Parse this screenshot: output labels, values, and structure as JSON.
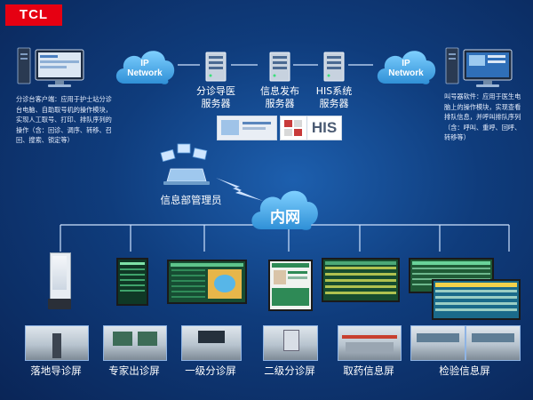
{
  "brand": {
    "logo": "TCL"
  },
  "clouds": {
    "ip_left": {
      "line1": "IP",
      "line2": "Network"
    },
    "ip_right": {
      "line1": "IP",
      "line2": "Network"
    },
    "intranet": "内网"
  },
  "servers": [
    {
      "label": "分诊导医\n服务器"
    },
    {
      "label": "信息发布\n服务器"
    },
    {
      "label": "HIS系统\n服务器"
    }
  ],
  "his_logo_text": "HIS",
  "left_client": {
    "title": "分诊台客户端：应用于护士站分诊台电脑、自助取号机的操作模块，实现人工取号、打印、排队序列的操作（含：回诊、调序、转移、召回、搜索、锁定等）"
  },
  "right_client": {
    "title": "叫号器软件：应用于医生电脑上的操作模块，实现查看排队信息，并呼叫排队序列（含：呼叫、重呼、回呼、转移等）"
  },
  "admin": {
    "label": "信息部管理员"
  },
  "screens_text": {
    "kiosk": "",
    "expert": "",
    "level1": "",
    "level2": "",
    "pharmacy": "",
    "lab": ""
  },
  "bottom_labels": [
    "落地导诊屏",
    "专家出诊屏",
    "一级分诊屏",
    "二级分诊屏",
    "取药信息屏",
    "检验信息屏"
  ],
  "colors": {
    "brand_red": "#e60012",
    "background": "#0f3c7c",
    "cloud": "#5fb3ec",
    "screen_green": "#1e7a4b"
  }
}
